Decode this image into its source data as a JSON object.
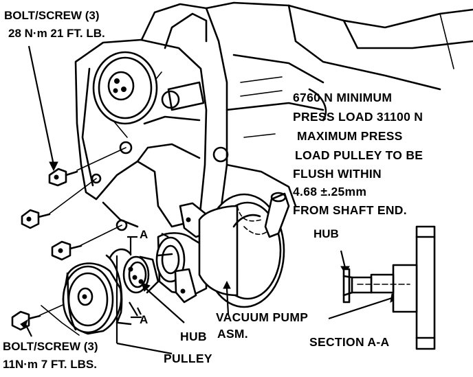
{
  "callouts": {
    "bolt_top_line1": "BOLT/SCREW (3)",
    "bolt_top_line2": "28 N·m 21 FT. LB.",
    "spec_lines": [
      "6760 N MINIMUM",
      "PRESS LOAD 31100 N",
      "MAXIMUM PRESS",
      "LOAD PULLEY TO BE",
      "FLUSH WITHIN",
      "4.68  ±.25mm",
      "FROM SHAFT END."
    ],
    "section_marker_upper": "A",
    "section_marker_lower": "A",
    "hub_label": "HUB",
    "pulley_label": "PULLEY",
    "vacuum_pump_line1": "VACUUM PUMP",
    "vacuum_pump_line2": "ASM.",
    "section_hub_label": "HUB",
    "section_title": "SECTION A-A",
    "bolt_bottom_line1": "BOLT/SCREW (3)",
    "bolt_bottom_line2": "11N·m 7 FT. LBS."
  }
}
